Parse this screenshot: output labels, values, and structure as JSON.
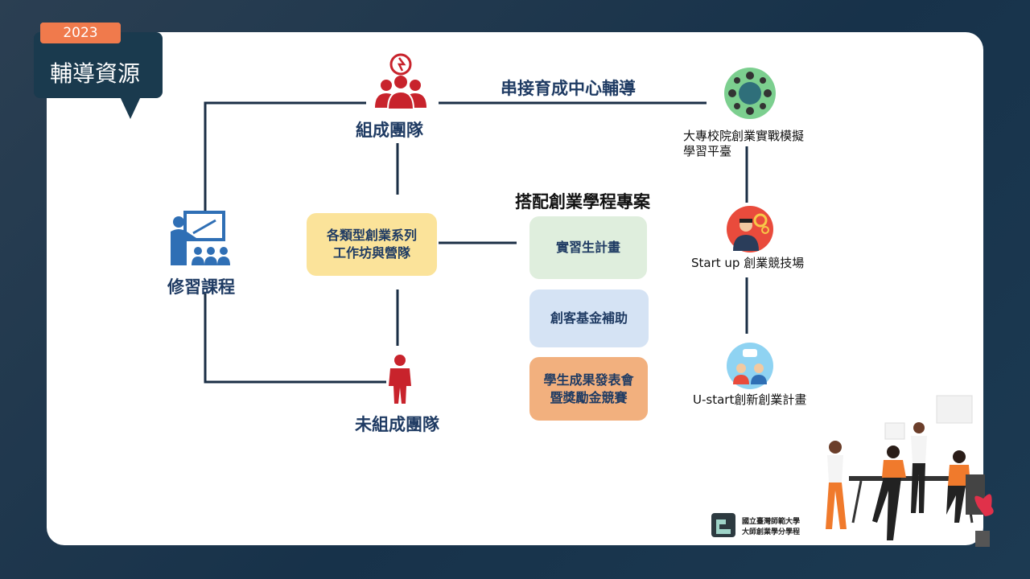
{
  "badge": {
    "year": "2023",
    "title": "輔導資源"
  },
  "nodes": {
    "course": "修習課程",
    "team_formed": "組成團隊",
    "team_not_formed": "未組成團隊",
    "workshop_line1": "各類型創業系列",
    "workshop_line2": "工作坊與營隊"
  },
  "incubation_link": "串接育成中心輔導",
  "program_heading": "搭配創業學程專案",
  "programs": [
    {
      "line1": "實習生計畫",
      "line2": "",
      "color": "#dfeedd"
    },
    {
      "line1": "創客基金補助",
      "line2": "",
      "color": "#d5e3f4"
    },
    {
      "line1": "學生成果發表會",
      "line2": "暨獎勵金競賽",
      "color": "#f2b07e"
    }
  ],
  "resources": [
    {
      "line1": "大專校院創業實戰模擬",
      "line2": "學習平臺"
    },
    {
      "line1": "Start up 創業競技場",
      "line2": ""
    },
    {
      "line1": "U-start創新創業計畫",
      "line2": ""
    }
  ],
  "logo": {
    "line1": "國立臺灣師範大學",
    "line2": "大師創業學分學程"
  },
  "icons": [
    "lightbulb-team-icon",
    "teacher-presentation-icon",
    "single-person-icon",
    "roundtable-icon",
    "businessman-gears-icon",
    "chat-people-icon"
  ],
  "colors": {
    "navy": "#1f3b63",
    "red": "#c8232c",
    "workshop": "#fbe39a",
    "accent": "#f07a4c"
  }
}
